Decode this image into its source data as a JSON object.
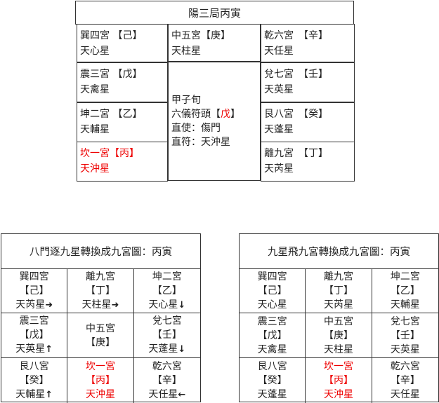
{
  "top": {
    "title": "陽三局丙寅",
    "cells": [
      {
        "palace": "巽四宮 【己】",
        "star": "天心星",
        "red": false
      },
      {
        "palace": "中五宮【庚】",
        "star": "天柱星",
        "red": false
      },
      {
        "palace": "乾六宮　【辛】",
        "star": "天任星",
        "red": false
      },
      {
        "palace": "震三宮 【戊】",
        "star": "天禽星",
        "red": false
      },
      {
        "palace": "兌七宮　【壬】",
        "star": "天英星",
        "red": false
      },
      {
        "palace": "坤二宮 【乙】",
        "star": "天輔星",
        "red": false
      },
      {
        "palace": "艮八宮　【癸】",
        "star": "天蓬星",
        "red": false
      },
      {
        "palace": "坎一宮【丙】",
        "star": "天沖星",
        "red": true
      },
      {
        "palace": "離九宮　【丁】",
        "star": "天芮星",
        "red": false
      }
    ],
    "center": {
      "line1": "甲子旬",
      "line2_prefix": "六儀符頭【",
      "line2_stem": "戊",
      "line2_suffix": "】",
      "line3": "直使：傷門",
      "line4": "直符：天沖星"
    }
  },
  "grid_left": {
    "title": "八門逐九星轉換成九宮圖：丙寅",
    "cells": [
      {
        "palace": "巽四宮",
        "stem": "【己】",
        "star": "天芮星",
        "arrow": "➜",
        "red": false
      },
      {
        "palace": "離九宮",
        "stem": "【丁】",
        "star": "天柱星",
        "arrow": "➜",
        "red": false
      },
      {
        "palace": "坤二宮",
        "stem": "【乙】",
        "star": "天心星",
        "arrow": "↓",
        "red": false
      },
      {
        "palace": "震三宮",
        "stem": "【戊】",
        "star": "天英星",
        "arrow": "↑",
        "red": false
      },
      {
        "palace": "中五宮",
        "stem": "【庚】",
        "star": "",
        "arrow": "",
        "red": false
      },
      {
        "palace": "兌七宮",
        "stem": "【壬】",
        "star": "天蓬星",
        "arrow": "↓",
        "red": false
      },
      {
        "palace": "艮八宮",
        "stem": "【癸】",
        "star": "天輔星",
        "arrow": "↑",
        "red": false
      },
      {
        "palace": "坎一宮",
        "stem": "【丙】",
        "star": "天沖星",
        "arrow": "",
        "red": true
      },
      {
        "palace": "乾六宮",
        "stem": "【辛】",
        "star": "天任星",
        "arrow": "←",
        "red": false
      }
    ]
  },
  "grid_right": {
    "title": "九星飛九宮轉換成九宮圖：丙寅",
    "cells": [
      {
        "palace": "巽四宮",
        "stem": "【己】",
        "star": "天心星",
        "red": false
      },
      {
        "palace": "離九宮",
        "stem": "【丁】",
        "star": "天芮星",
        "red": false
      },
      {
        "palace": "坤二宮",
        "stem": "【乙】",
        "star": "天輔星",
        "red": false
      },
      {
        "palace": "震三宮",
        "stem": "【戊】",
        "star": "天禽星",
        "red": false
      },
      {
        "palace": "中五宮",
        "stem": "【庚】",
        "star": "天柱星",
        "red": false
      },
      {
        "palace": "兌七宮",
        "stem": "【壬】",
        "star": "天英星",
        "red": false
      },
      {
        "palace": "艮八宮",
        "stem": "【癸】",
        "star": "天蓬星",
        "red": false
      },
      {
        "palace": "坎一宮",
        "stem": "【丙】",
        "star": "天沖星",
        "red": true
      },
      {
        "palace": "乾六宮",
        "stem": "【辛】",
        "star": "天任星",
        "red": false
      }
    ]
  }
}
